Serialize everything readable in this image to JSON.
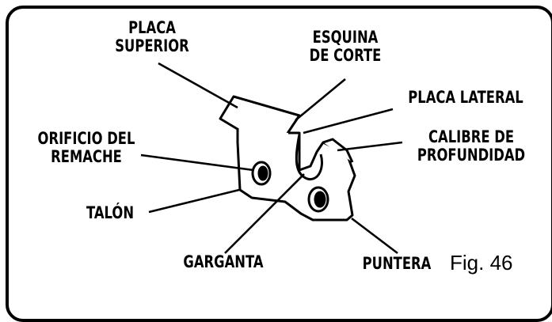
{
  "labels": {
    "placa_superior": [
      "PLACA",
      "SUPERIOR"
    ],
    "esquina_de_corte": [
      "ESQUINA",
      "DE CORTE"
    ],
    "placa_lateral": "PLACA LATERAL",
    "calibre_de_profundidad": [
      "CALIBRE DE",
      "PROFUNDIDAD"
    ],
    "orificio_del_remache": [
      "ORIFICIO DEL",
      "REMACHE"
    ],
    "talon": "TALÓN",
    "garganta": "GARGANTA",
    "puntera": "PUNTERA"
  },
  "figure_label": "Fig. 46"
}
